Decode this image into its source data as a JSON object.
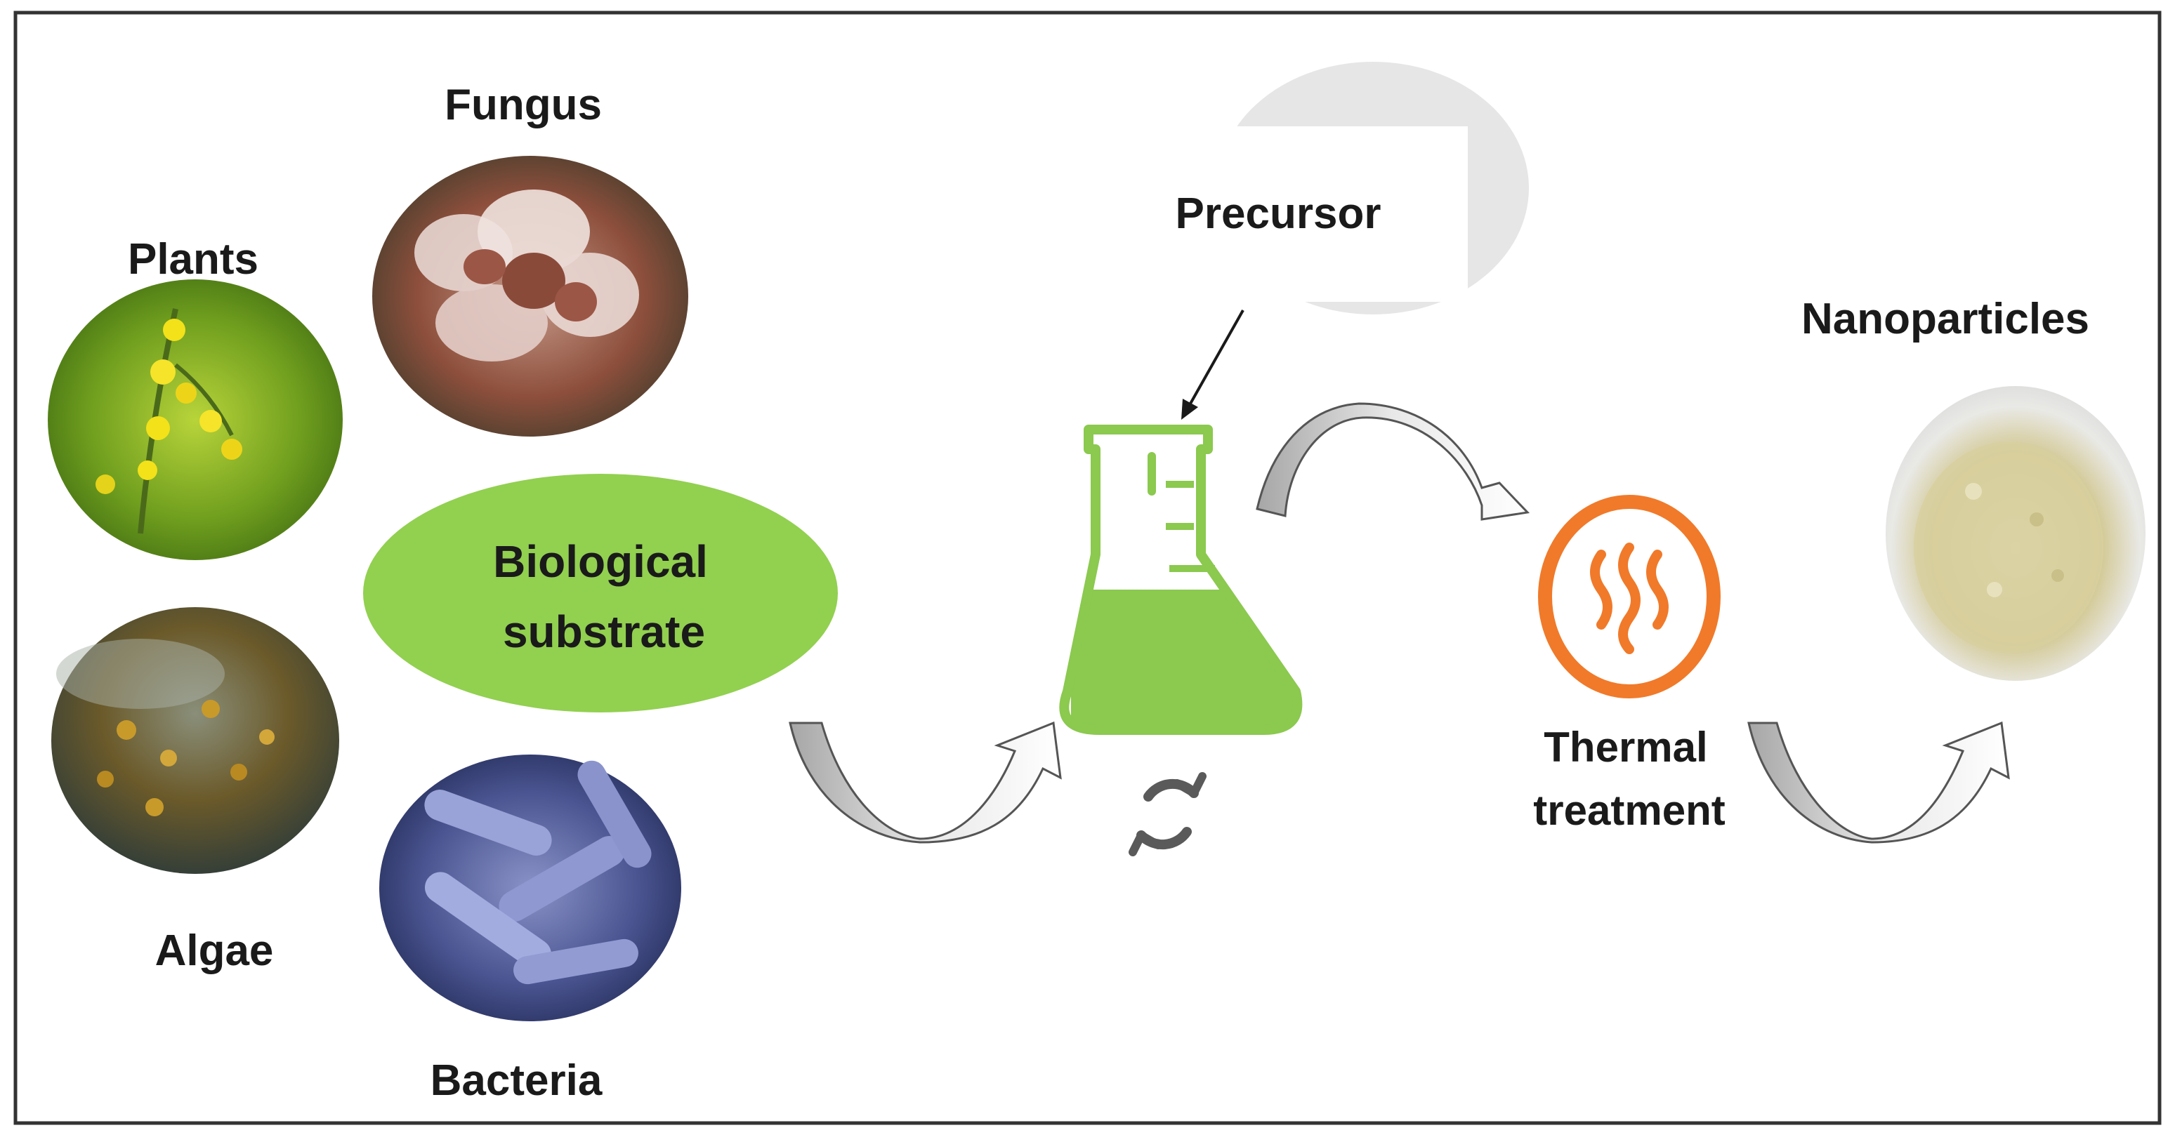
{
  "labels": {
    "fungus": "Fungus",
    "plants": "Plants",
    "algae": "Algae",
    "bacteria": "Bacteria",
    "substrate_line1": "Biological",
    "substrate_line2": "substrate",
    "precursor": "Precursor",
    "thermal_line1": "Thermal",
    "thermal_line2": "treatment",
    "nanoparticles": "Nanoparticles"
  },
  "colors": {
    "substrate_green": "#92d050",
    "flask_green": "#8bc94f",
    "thermal_orange": "#f07a2a",
    "arrow_gray": "#bfbfbf",
    "frame": "#333333"
  },
  "icons": {
    "cycle": "cycle-icon",
    "heat": "heat-waves-icon",
    "flask": "erlenmeyer-flask-icon"
  }
}
